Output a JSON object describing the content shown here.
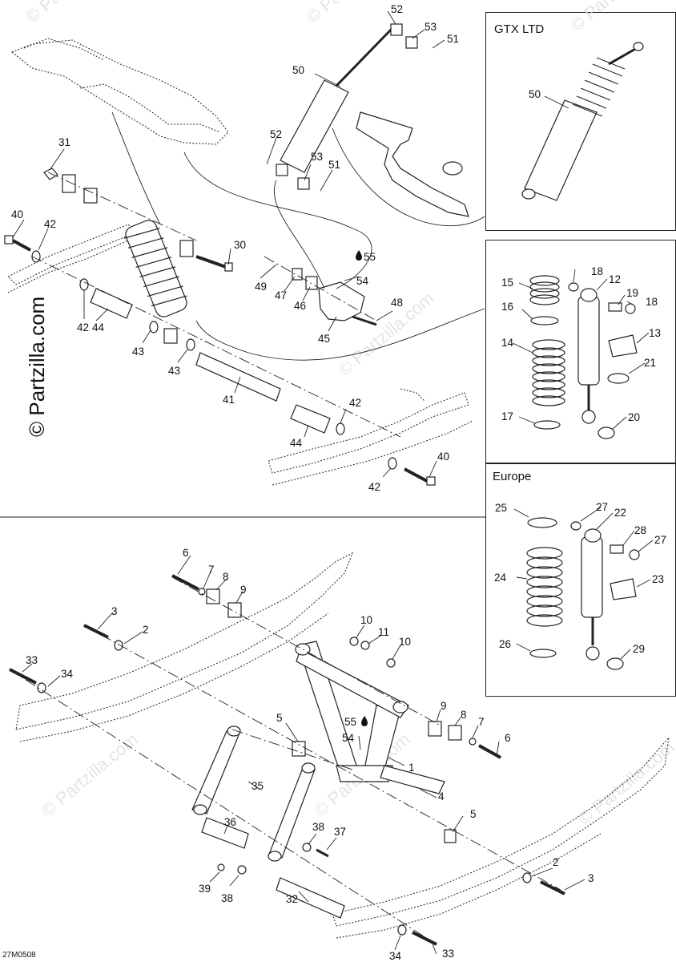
{
  "boxes": {
    "gtx_title": "GTX LTD",
    "europe_title": "Europe"
  },
  "watermark": "© Partzilla.com",
  "diagram_code": "27M0508",
  "callouts": {
    "c52a": "52",
    "c53a": "53",
    "c51a": "51",
    "c50a": "50",
    "c52b": "52",
    "c53b": "53",
    "c51b": "51",
    "c31": "31",
    "c40a": "40",
    "c42a": "42",
    "c30": "30",
    "c55a": "55",
    "c54a": "54",
    "c49": "49",
    "c47": "47",
    "c46": "46",
    "c48": "48",
    "c45": "45",
    "c42b": "42",
    "c44a": "44",
    "c43a": "43",
    "c43b": "43",
    "c41": "41",
    "c42c": "42",
    "c44b": "44",
    "c40b": "40",
    "c42d": "42",
    "g50": "50",
    "s18a": "18",
    "s15": "15",
    "s12": "12",
    "s19": "19",
    "s18b": "18",
    "s16": "16",
    "s13": "13",
    "s14": "14",
    "s21": "21",
    "s17": "17",
    "s20": "20",
    "e25": "25",
    "e27a": "27",
    "e22": "22",
    "e28": "28",
    "e27b": "27",
    "e24": "24",
    "e23": "23",
    "e26": "26",
    "e29": "29",
    "b6a": "6",
    "b7a": "7",
    "b8a": "8",
    "b9a": "9",
    "b3a": "3",
    "b2a": "2",
    "b33a": "33",
    "b34a": "34",
    "b10a": "10",
    "b11": "11",
    "b10b": "10",
    "b9b": "9",
    "b8b": "8",
    "b7b": "7",
    "b5a": "5",
    "b55": "55",
    "b54": "54",
    "b6b": "6",
    "b1": "1",
    "b35": "35",
    "b4": "4",
    "b36": "36",
    "b38a": "38",
    "b37": "37",
    "b5b": "5",
    "b39": "39",
    "b38b": "38",
    "b32": "32",
    "b2b": "2",
    "b3b": "3",
    "b34b": "34",
    "b33b": "33"
  }
}
